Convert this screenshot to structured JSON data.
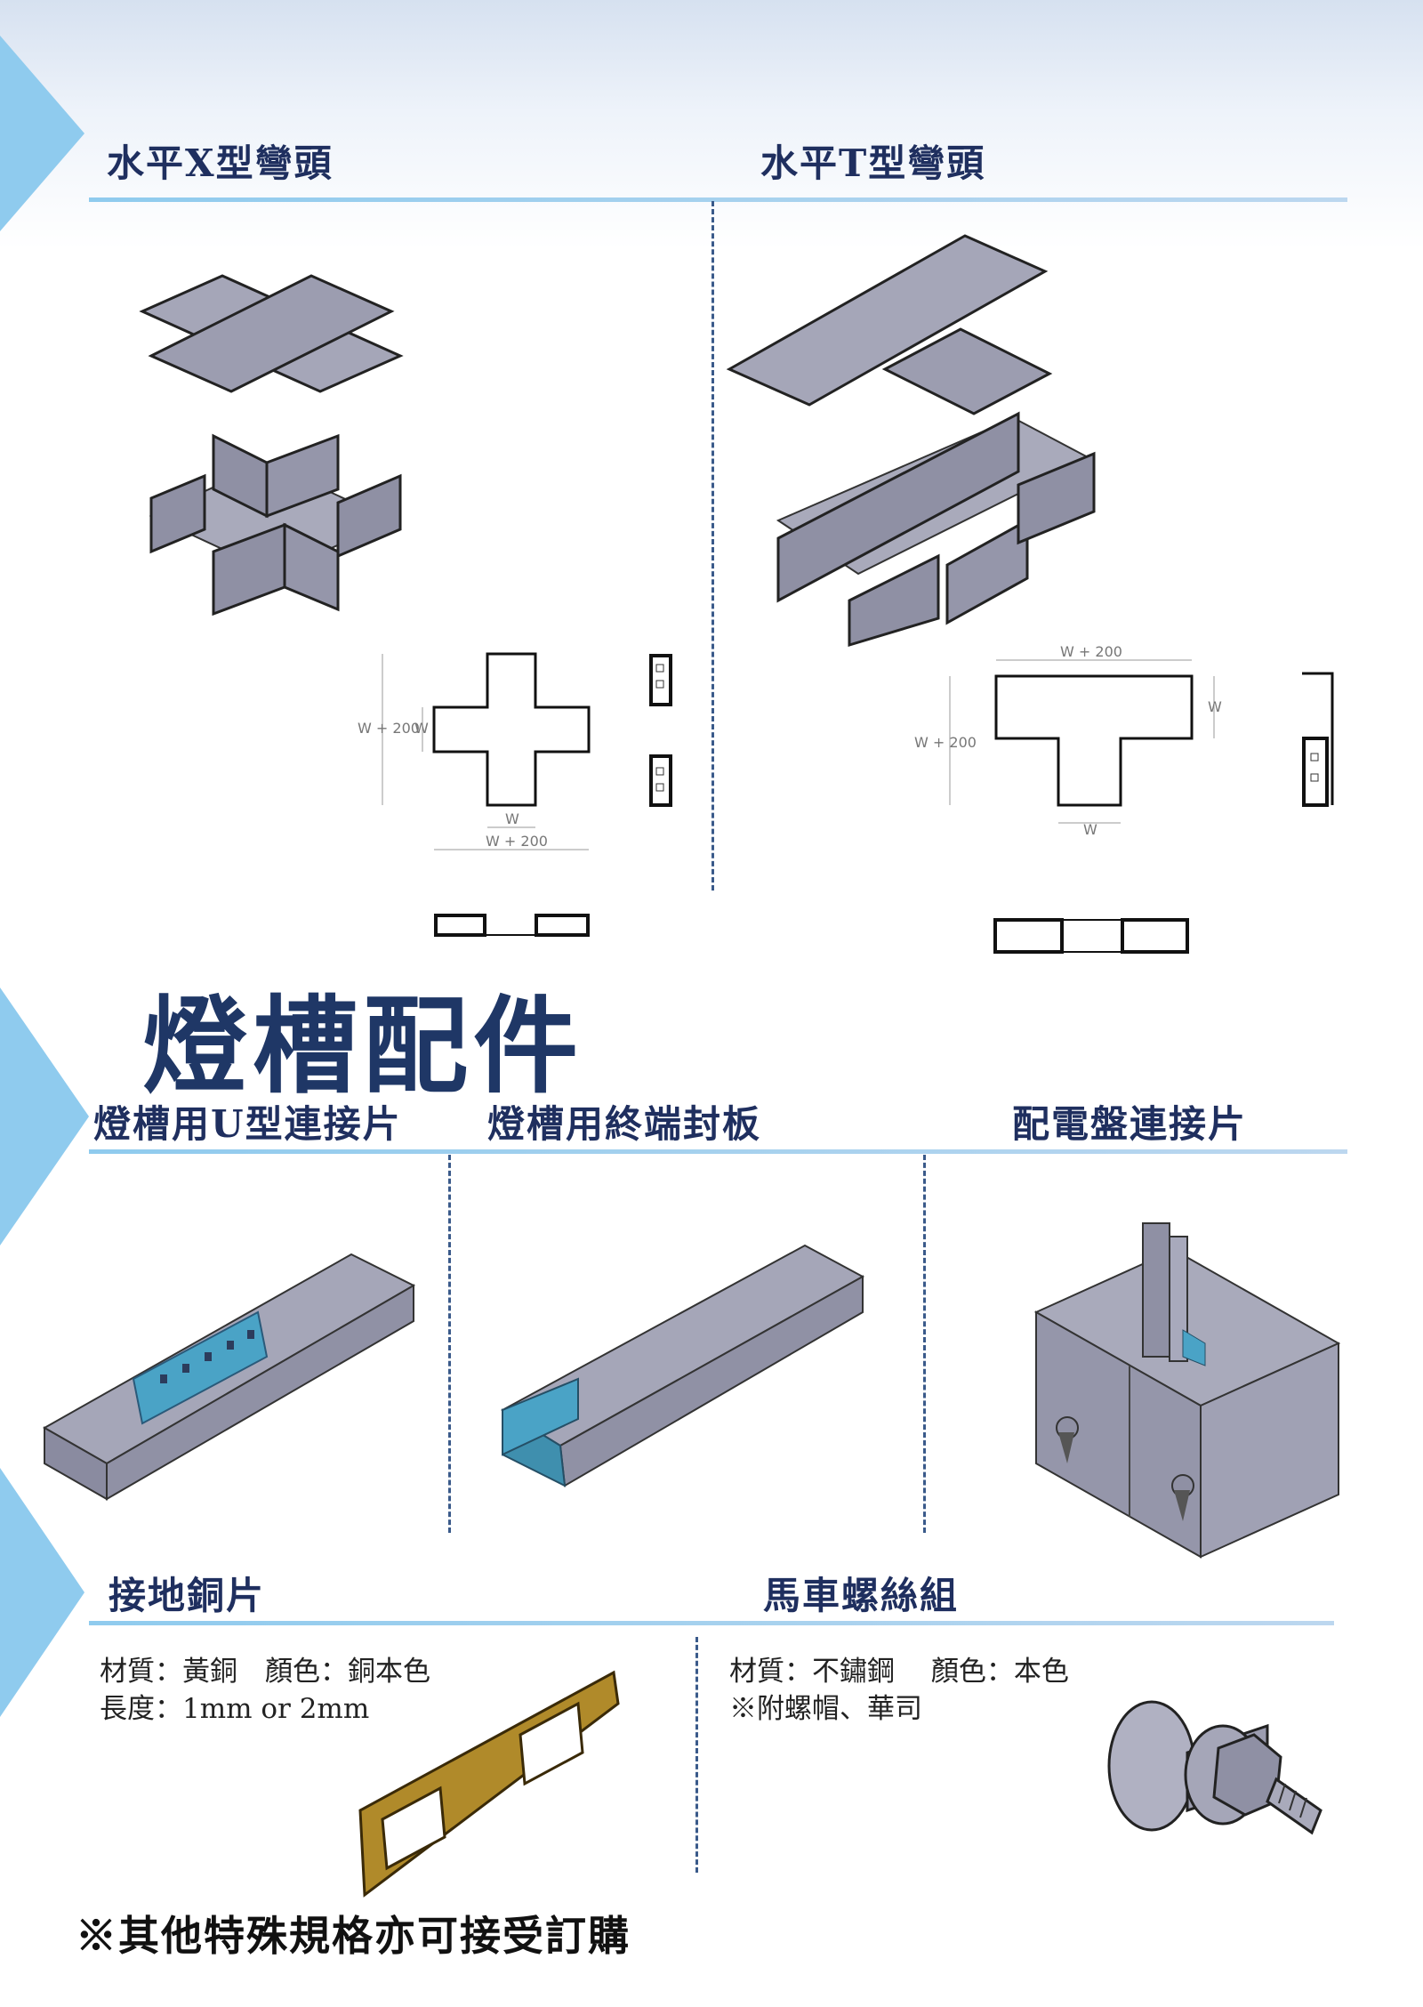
{
  "sections": {
    "horizontal_x": {
      "title": "水平X型彎頭"
    },
    "horizontal_t": {
      "title": "水平T型彎頭"
    },
    "accessories_title": "燈槽配件",
    "u_connector": {
      "title": "燈槽用U型連接片"
    },
    "end_plate": {
      "title": "燈槽用終端封板"
    },
    "panel_connector": {
      "title": "配電盤連接片"
    },
    "ground_copper": {
      "title": "接地銅片",
      "desc": "材質：黃銅　顏色：銅本色\n長度：1mm or 2mm"
    },
    "carriage_bolt": {
      "title": "馬車螺絲組",
      "desc": "材質：不鏽鋼　 顏色：本色\n※附螺帽、華司"
    }
  },
  "dimensions": {
    "x_w": "W",
    "x_w200": "W + 200",
    "t_w": "W",
    "t_w200": "W + 200"
  },
  "footer_note": "※其他特殊規格亦可接受訂購",
  "colors": {
    "accent": "#8fcbee",
    "heading": "#1f2f5f",
    "steel": "#9a9aae",
    "brass": "#b08a2a",
    "teal": "#4aa3c6"
  }
}
